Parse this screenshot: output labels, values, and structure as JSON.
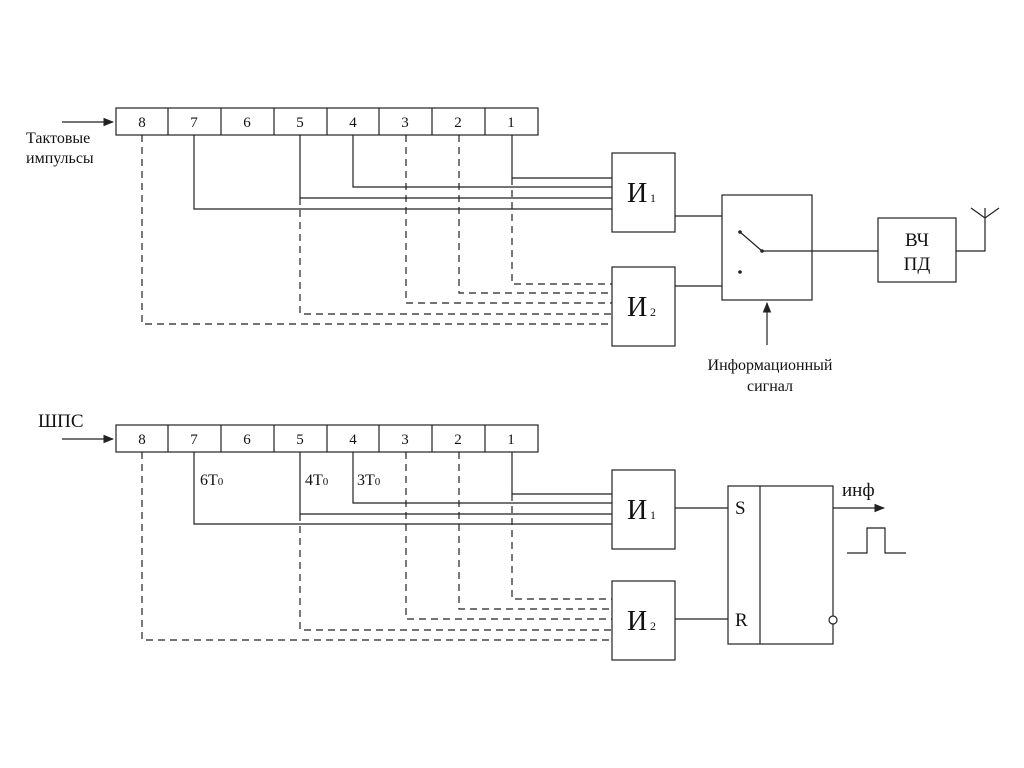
{
  "transmitter": {
    "input_label_line1": "Тактовые",
    "input_label_line2": "импульсы",
    "register_cells": [
      "8",
      "7",
      "6",
      "5",
      "4",
      "3",
      "2",
      "1"
    ],
    "gate1": {
      "letter": "И",
      "index": "1"
    },
    "gate2": {
      "letter": "И",
      "index": "2"
    },
    "hf_block_line1": "ВЧ",
    "hf_block_line2": "ПД",
    "info_label_line1": "Информационный",
    "info_label_line2": "сигнал"
  },
  "receiver": {
    "input_label": "ШПС",
    "register_cells": [
      "8",
      "7",
      "6",
      "5",
      "4",
      "3",
      "2",
      "1"
    ],
    "delay_6": {
      "base": "6T",
      "sub": "0"
    },
    "delay_4": {
      "base": "4T",
      "sub": "0"
    },
    "delay_3": {
      "base": "3T",
      "sub": "0"
    },
    "gate1": {
      "letter": "И",
      "index": "1"
    },
    "gate2": {
      "letter": "И",
      "index": "2"
    },
    "trigger_s": "S",
    "trigger_r": "R",
    "output_label": "инф"
  }
}
